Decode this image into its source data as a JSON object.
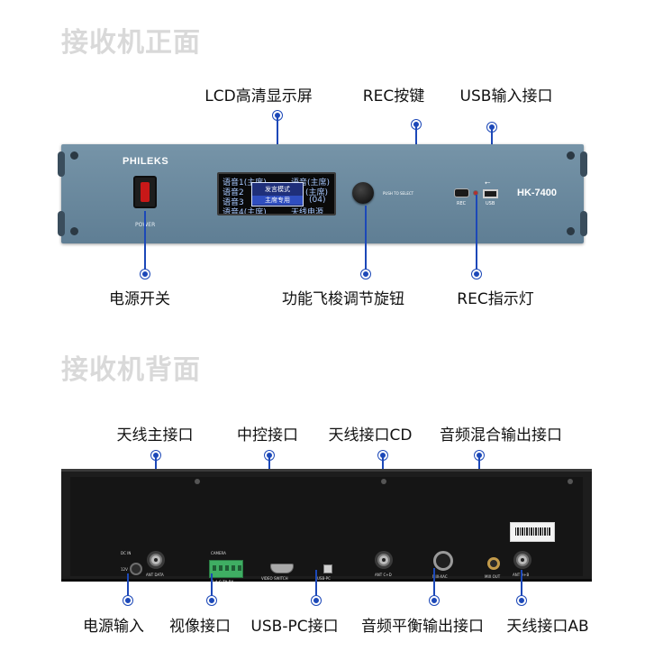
{
  "sections": {
    "front_title": "接收机正面",
    "back_title": "接收机背面"
  },
  "front_labels": {
    "lcd": "LCD高清显示屏",
    "rec_button": "REC按键",
    "usb_input": "USB输入接口",
    "power_switch": "电源开关",
    "knob": "功能飞梭调节旋钮",
    "rec_led": "REC指示灯"
  },
  "front_panel": {
    "brand": "PHILEKS",
    "model": "HK-7400",
    "power_label": "POWER",
    "push_label": "PUSH TO SELECT",
    "rec_label": "REC",
    "usb_label": "USB",
    "usb_symbol": "⭠",
    "lcd_lines": [
      "语音1(主席)",
      "语音2",
      "语音3",
      "语音4(主席)"
    ],
    "lcd_right_lines": [
      "语音(主席)",
      "(主席)",
      "(04)",
      "天线电源"
    ],
    "lcd_popup": [
      "发言模式",
      "主席专用"
    ]
  },
  "back_labels": {
    "ant_main": "天线主接口",
    "control": "中控接口",
    "ant_cd": "天线接口CD",
    "mix_out": "音频混合输出接口",
    "dc_in": "电源输入",
    "video": "视像接口",
    "usb_pc": "USB-PC接口",
    "balanced_out": "音频平衡输出接口",
    "ant_ab": "天线接口AB"
  },
  "rear_panel": {
    "dc_in": "DC IN",
    "dc_voltage": "12V",
    "ant_data": "ANT DATA",
    "camera": "CAMERA",
    "camera_pins": "5 A G TX RX",
    "video_switch": "VIDEO SWITCH",
    "usb_pc": "USB-PC",
    "ant_cd": "ANT C+D",
    "mix_xlr": "MIX-XAC",
    "mix_out": "MIX OUT",
    "ant_ab": "ANT A+B"
  }
}
